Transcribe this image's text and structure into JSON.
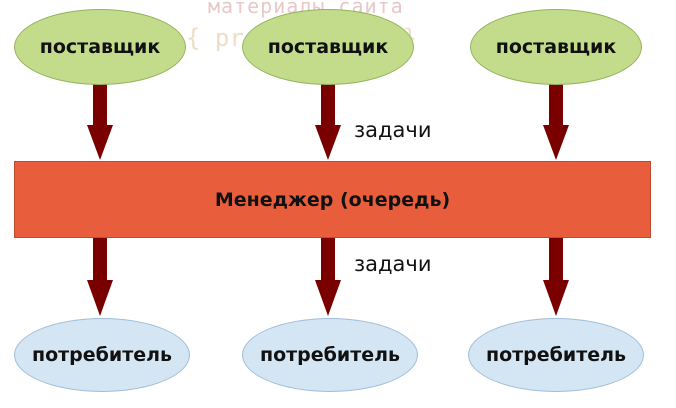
{
  "watermark": {
    "line1": "материалы сайта",
    "line2": "{ pro-prof.com }"
  },
  "producers": [
    {
      "label": "поставщик"
    },
    {
      "label": "поставщик"
    },
    {
      "label": "поставщик"
    }
  ],
  "manager": {
    "label": "Менеджер (очередь)"
  },
  "consumers": [
    {
      "label": "потребитель"
    },
    {
      "label": "потребитель"
    },
    {
      "label": "потребитель"
    }
  ],
  "edge_labels": {
    "top": "задачи",
    "bottom": "задачи"
  },
  "colors": {
    "producer_fill": "#c3dc8c",
    "manager_fill": "#e85e3d",
    "consumer_fill": "#d4e6f4",
    "arrow": "#7a0000"
  }
}
